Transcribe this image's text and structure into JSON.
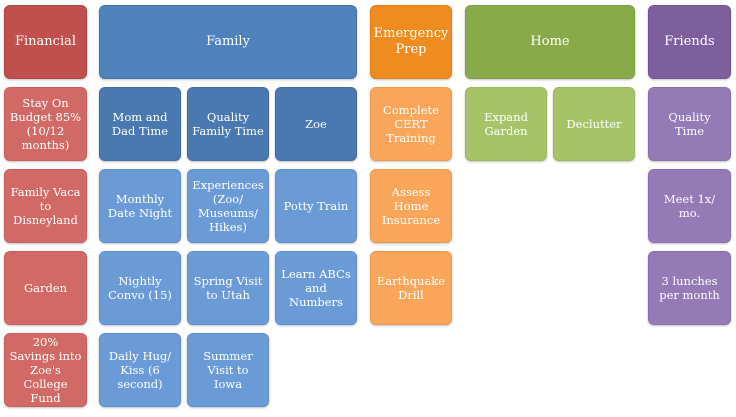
{
  "columns": {
    "financial": {
      "header": "Financial",
      "items": [
        "Stay On Budget 85% (10/12 months)",
        "Family Vaca to Disneyland",
        "Garden",
        "20% Savings into Zoe's College Fund"
      ]
    },
    "family": {
      "header": "Family",
      "subheaders": [
        "Mom and Dad Time",
        "Quality Family Time",
        "Zoe"
      ],
      "items": [
        "Monthly Date Night",
        "Experiences (Zoo/ Museums/ Hikes)",
        "Potty Train",
        "Nightly Convo (15)",
        "Spring Visit to Utah",
        "Learn ABCs and Numbers",
        "Daily Hug/ Kiss (6 second)",
        "Summer Visit to Iowa"
      ]
    },
    "emergency": {
      "header": "Emergency Prep",
      "items": [
        "Complete CERT Training",
        "Assess Home Insurance",
        "Earthquake Drill"
      ]
    },
    "home": {
      "header": "Home",
      "items": [
        "Expand Garden",
        "Declutter"
      ]
    },
    "friends": {
      "header": "Friends",
      "items": [
        "Quality Time",
        "Meet 1x/ mo.",
        "3 lunches per month"
      ]
    }
  },
  "colors": {
    "financial": "#c0504d",
    "family": "#4f81bd",
    "emergency": "#ef8c1f",
    "home": "#88aa49",
    "friends": "#7e5f9e"
  }
}
